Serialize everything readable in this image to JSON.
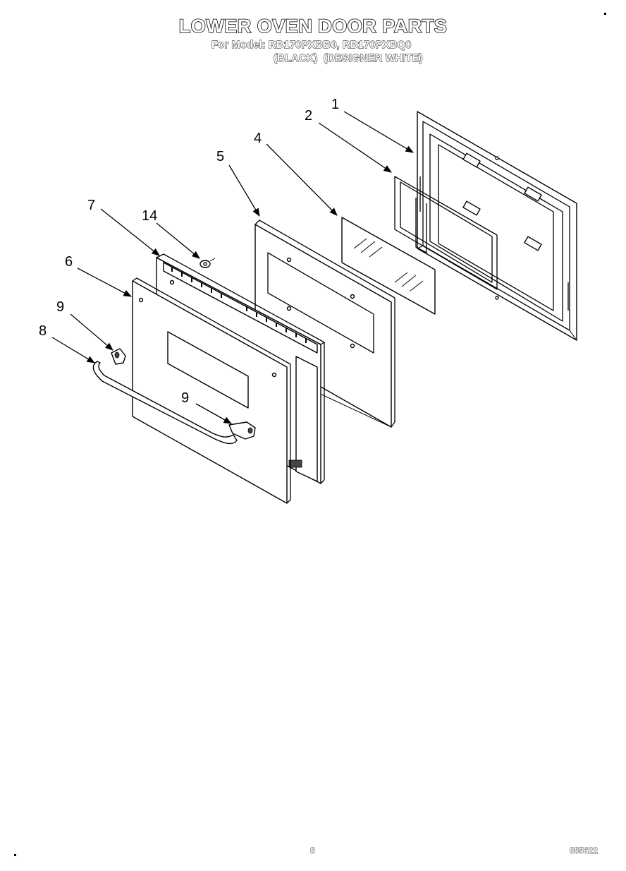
{
  "header": {
    "title": "LOWER OVEN DOOR PARTS",
    "model_line": "For Model: RB170PXBB0, RB170PXBQ0",
    "color_line": "(BLACK)  (DESIGNER WHITE)"
  },
  "callouts": {
    "c1": "1",
    "c2": "2",
    "c4": "4",
    "c5": "5",
    "c7": "7",
    "c14": "14",
    "c6": "6",
    "c9a": "9",
    "c8": "8",
    "c9b": "9"
  },
  "footer": {
    "page_number": "8",
    "document_number": "885622"
  }
}
